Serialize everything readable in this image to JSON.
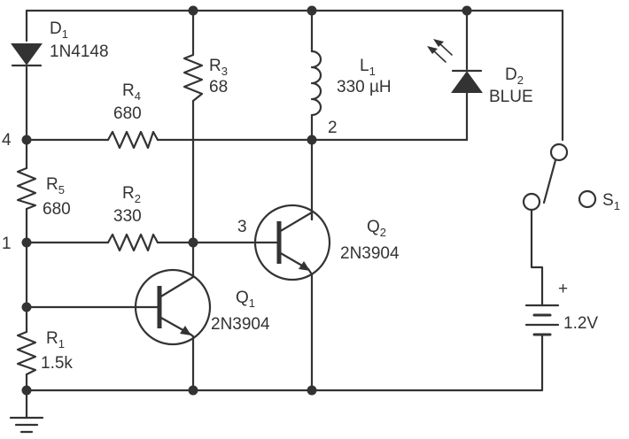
{
  "components": {
    "d1": {
      "ref": "D",
      "ref_sub": "1",
      "value": "1N4148"
    },
    "r3": {
      "ref": "R",
      "ref_sub": "3",
      "value": "68"
    },
    "l1": {
      "ref": "L",
      "ref_sub": "1",
      "value": "330 µH"
    },
    "d2": {
      "ref": "D",
      "ref_sub": "2",
      "value": "BLUE"
    },
    "r4": {
      "ref": "R",
      "ref_sub": "4",
      "value": "680"
    },
    "r5": {
      "ref": "R",
      "ref_sub": "5",
      "value": "680"
    },
    "r2": {
      "ref": "R",
      "ref_sub": "2",
      "value": "330"
    },
    "q2": {
      "ref": "Q",
      "ref_sub": "2",
      "value": "2N3904"
    },
    "q1": {
      "ref": "Q",
      "ref_sub": "1",
      "value": "2N3904"
    },
    "r1": {
      "ref": "R",
      "ref_sub": "1",
      "value": "1.5k"
    },
    "s1": {
      "ref": "S",
      "ref_sub": "1"
    },
    "battery": {
      "value": "1.2V",
      "polarity": "+"
    }
  },
  "nodes": {
    "n1": "1",
    "n2": "2",
    "n3": "3",
    "n4": "4"
  }
}
